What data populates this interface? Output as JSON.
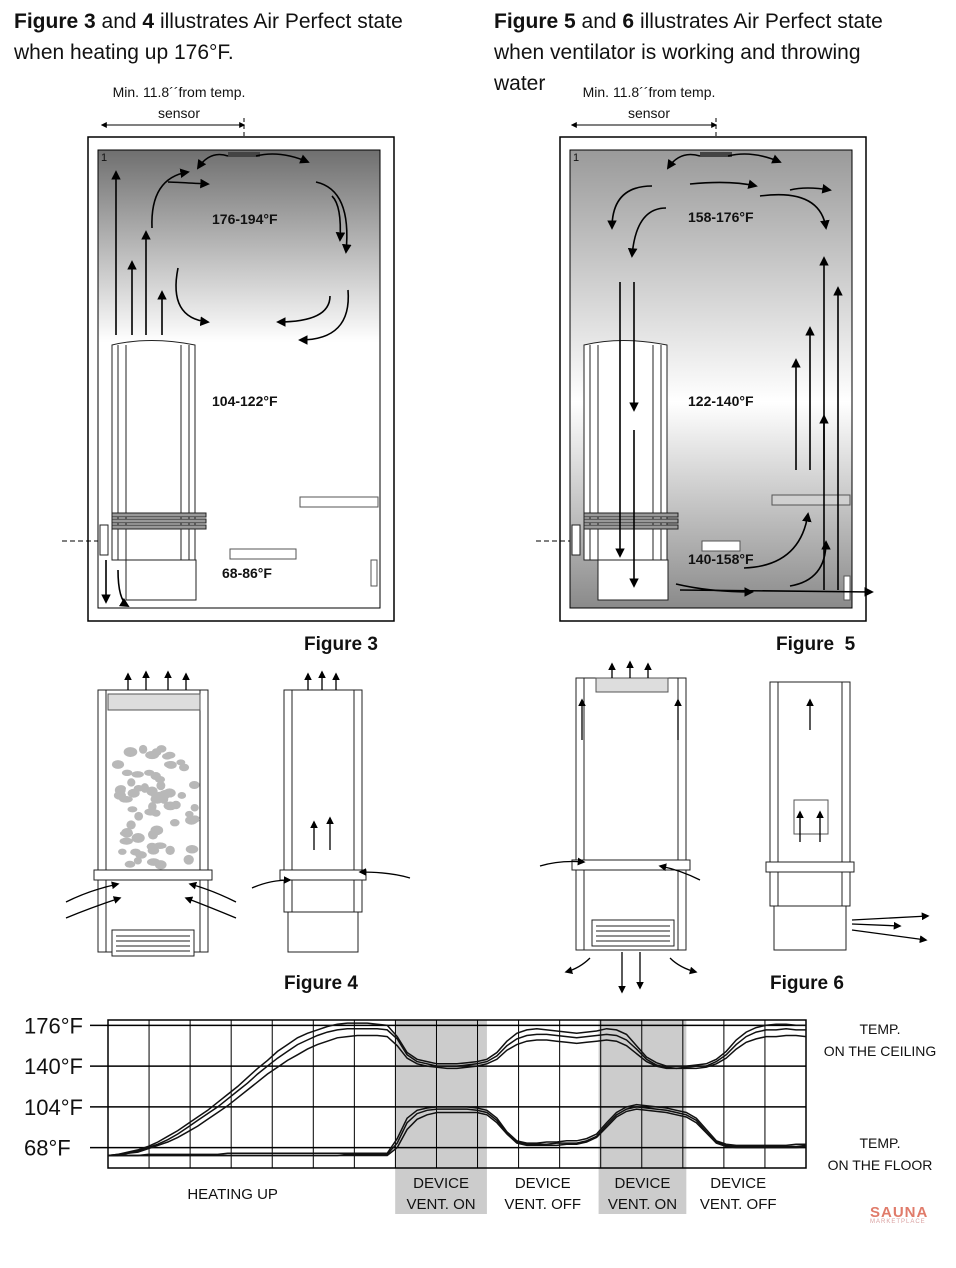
{
  "headings": {
    "left": {
      "fig_a": "Figure 3",
      "and": "and",
      "fig_b": "4",
      "rest": "illustrates",
      "product": "Air Perfect",
      "tail": "state",
      "line2": "when heating up 176°F."
    },
    "right": {
      "fig_a": "Figure 5",
      "and": "and",
      "fig_b": "6",
      "rest": "illustrates",
      "product": "Air Perfect",
      "tail": "state",
      "line2": "when ventilator is working and throwing",
      "line3": "water"
    }
  },
  "sensor_note": {
    "line1": "Min. 11.8´´from temp.",
    "line2": "sensor"
  },
  "figure3": {
    "label": "Figure 3",
    "zone_top": "176-194°F",
    "zone_mid": "104-122°F",
    "zone_bottom": "68-86°F",
    "corner_mark": "1"
  },
  "figure5": {
    "label": "Figure  5",
    "zone_top": "158-176°F",
    "zone_mid": "122-140°F",
    "zone_bottom": "140-158°F",
    "corner_mark": "1"
  },
  "figure4": {
    "label": "Figure 4"
  },
  "figure6": {
    "label": "Figure 6"
  },
  "chart_data": {
    "type": "line",
    "y_ticks": [
      "176°F",
      "140°F",
      "104°F",
      "68°F"
    ],
    "y_tick_values": [
      176,
      140,
      104,
      68
    ],
    "ylim": [
      50,
      186
    ],
    "x": [
      0,
      10,
      20,
      30,
      40,
      50,
      60,
      70,
      80,
      90,
      100,
      110,
      120,
      130,
      140,
      150,
      160,
      170,
      180,
      190,
      200,
      210,
      220,
      230,
      240,
      250,
      260,
      270,
      280,
      290,
      300,
      310,
      320,
      330,
      340,
      350,
      360,
      370,
      380,
      390,
      400,
      410,
      420,
      430,
      440,
      450,
      460,
      470,
      480,
      490,
      500,
      510,
      520,
      530,
      540,
      550,
      560,
      570,
      580,
      590,
      600,
      610,
      620,
      630,
      640,
      650,
      660,
      670,
      680,
      690,
      700
    ],
    "xlim": [
      0,
      700
    ],
    "shaded_ranges": [
      [
        288,
        380
      ],
      [
        492,
        580
      ]
    ],
    "phases": [
      {
        "line1": "HEATING UP",
        "line2": "",
        "x": 125
      },
      {
        "line1": "DEVICE",
        "line2": "VENT. ON",
        "x": 334
      },
      {
        "line1": "DEVICE",
        "line2": "VENT. OFF",
        "x": 436
      },
      {
        "line1": "DEVICE",
        "line2": "VENT. ON",
        "x": 536
      },
      {
        "line1": "DEVICE",
        "line2": "VENT. OFF",
        "x": 632
      }
    ],
    "right_labels": [
      {
        "line1": "TEMP.",
        "line2": "ON THE CEILING"
      },
      {
        "line1": "TEMP.",
        "line2": "ON THE FLOOR"
      }
    ],
    "series": [
      {
        "values": [
          61,
          62,
          64,
          66,
          69,
          73,
          78,
          83,
          89,
          95,
          101,
          108,
          115,
          122,
          130,
          138,
          145,
          153,
          159,
          165,
          169,
          172,
          175,
          177,
          178,
          178,
          178,
          177,
          176,
          166,
          152,
          146,
          144,
          142,
          142,
          142,
          143,
          144,
          146,
          152,
          162,
          169,
          172,
          173,
          172,
          171,
          170,
          169,
          170,
          171,
          173,
          172,
          168,
          158,
          148,
          143,
          140,
          140,
          140,
          141,
          142,
          146,
          153,
          163,
          170,
          174,
          176,
          177,
          177,
          176,
          176
        ]
      },
      {
        "values": [
          61,
          62,
          63,
          65,
          68,
          71,
          75,
          80,
          86,
          92,
          98,
          104,
          111,
          118,
          125,
          133,
          140,
          147,
          153,
          159,
          163,
          167,
          170,
          172,
          173,
          173,
          173,
          173,
          172,
          164,
          150,
          144,
          142,
          140,
          140,
          140,
          141,
          142,
          144,
          149,
          158,
          164,
          167,
          168,
          168,
          167,
          166,
          165,
          166,
          167,
          168,
          167,
          163,
          155,
          146,
          141,
          139,
          138,
          139,
          140,
          140,
          144,
          150,
          159,
          166,
          170,
          172,
          172,
          173,
          172,
          172
        ]
      },
      {
        "values": [
          61,
          61,
          63,
          64,
          67,
          70,
          73,
          77,
          82,
          87,
          93,
          99,
          105,
          112,
          119,
          126,
          133,
          139,
          145,
          150,
          155,
          159,
          162,
          165,
          166,
          167,
          167,
          167,
          166,
          158,
          147,
          142,
          140,
          139,
          138,
          138,
          139,
          140,
          142,
          146,
          154,
          159,
          162,
          163,
          163,
          162,
          161,
          160,
          161,
          162,
          163,
          162,
          158,
          151,
          144,
          140,
          138,
          138,
          138,
          138,
          139,
          142,
          147,
          155,
          161,
          164,
          166,
          166,
          167,
          167,
          166
        ]
      },
      {
        "values": [
          61,
          61,
          61,
          61,
          62,
          62,
          62,
          62,
          62,
          62,
          62,
          62,
          63,
          63,
          63,
          63,
          63,
          63,
          63,
          63,
          63,
          63,
          63,
          63,
          63,
          63,
          63,
          63,
          63,
          76,
          94,
          101,
          103,
          104,
          104,
          104,
          104,
          103,
          101,
          94,
          82,
          74,
          72,
          72,
          73,
          73,
          74,
          74,
          76,
          80,
          90,
          99,
          104,
          106,
          105,
          104,
          103,
          101,
          99,
          94,
          84,
          74,
          71,
          70,
          70,
          70,
          70,
          70,
          70,
          71,
          71
        ]
      },
      {
        "values": [
          61,
          61,
          61,
          61,
          61,
          61,
          61,
          61,
          61,
          61,
          61,
          61,
          61,
          61,
          61,
          61,
          61,
          61,
          61,
          61,
          61,
          61,
          61,
          61,
          62,
          62,
          62,
          62,
          62,
          72,
          90,
          98,
          101,
          102,
          102,
          102,
          102,
          101,
          99,
          92,
          81,
          73,
          71,
          71,
          71,
          72,
          72,
          72,
          74,
          78,
          88,
          97,
          102,
          104,
          103,
          102,
          101,
          99,
          97,
          92,
          82,
          73,
          70,
          69,
          69,
          69,
          69,
          69,
          69,
          69,
          70
        ]
      },
      {
        "values": [
          61,
          61,
          61,
          61,
          61,
          61,
          61,
          61,
          61,
          61,
          61,
          61,
          61,
          61,
          61,
          61,
          61,
          61,
          61,
          61,
          61,
          61,
          61,
          61,
          61,
          61,
          61,
          61,
          61,
          68,
          84,
          93,
          97,
          99,
          99,
          99,
          99,
          99,
          97,
          90,
          80,
          72,
          70,
          70,
          70,
          70,
          71,
          71,
          73,
          77,
          86,
          95,
          100,
          102,
          101,
          100,
          99,
          97,
          95,
          90,
          81,
          72,
          69,
          68,
          68,
          68,
          68,
          68,
          68,
          68,
          69
        ]
      }
    ]
  },
  "logo": {
    "name": "SAUNA",
    "sub": "MARKETPLACE"
  }
}
